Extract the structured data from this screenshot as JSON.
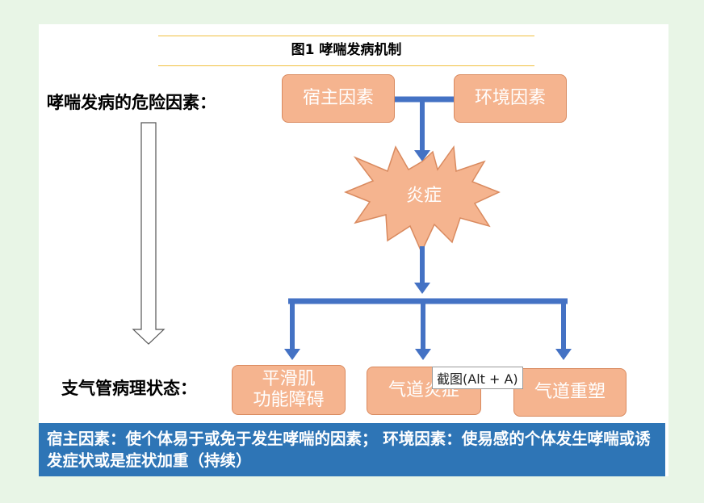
{
  "figure": {
    "title": "图1  哮喘发病机制"
  },
  "labels": {
    "risk_factors": "哮喘发病的危险因素：",
    "pathology_state": "支气管病理状态："
  },
  "nodes": {
    "host_factors": "宿主因素",
    "environment_factors": "环境因素",
    "inflammation": "炎症",
    "smooth_muscle_line1": "平滑肌",
    "smooth_muscle_line2": "功能障碍",
    "airway_inflammation": "气道炎症",
    "airway_remodeling": "气道重塑"
  },
  "note": {
    "text": "宿主因素：使个体易于或免于发生哮喘的因素； 环境因素：使易感的个体发生哮喘或诱发症状或是症状加重（持续）"
  },
  "tooltip": {
    "text": "截图(Alt + A)"
  },
  "colors": {
    "box_fill": "#f5b48f",
    "arrow": "#4472c4",
    "note_bg": "#2e75b6"
  }
}
